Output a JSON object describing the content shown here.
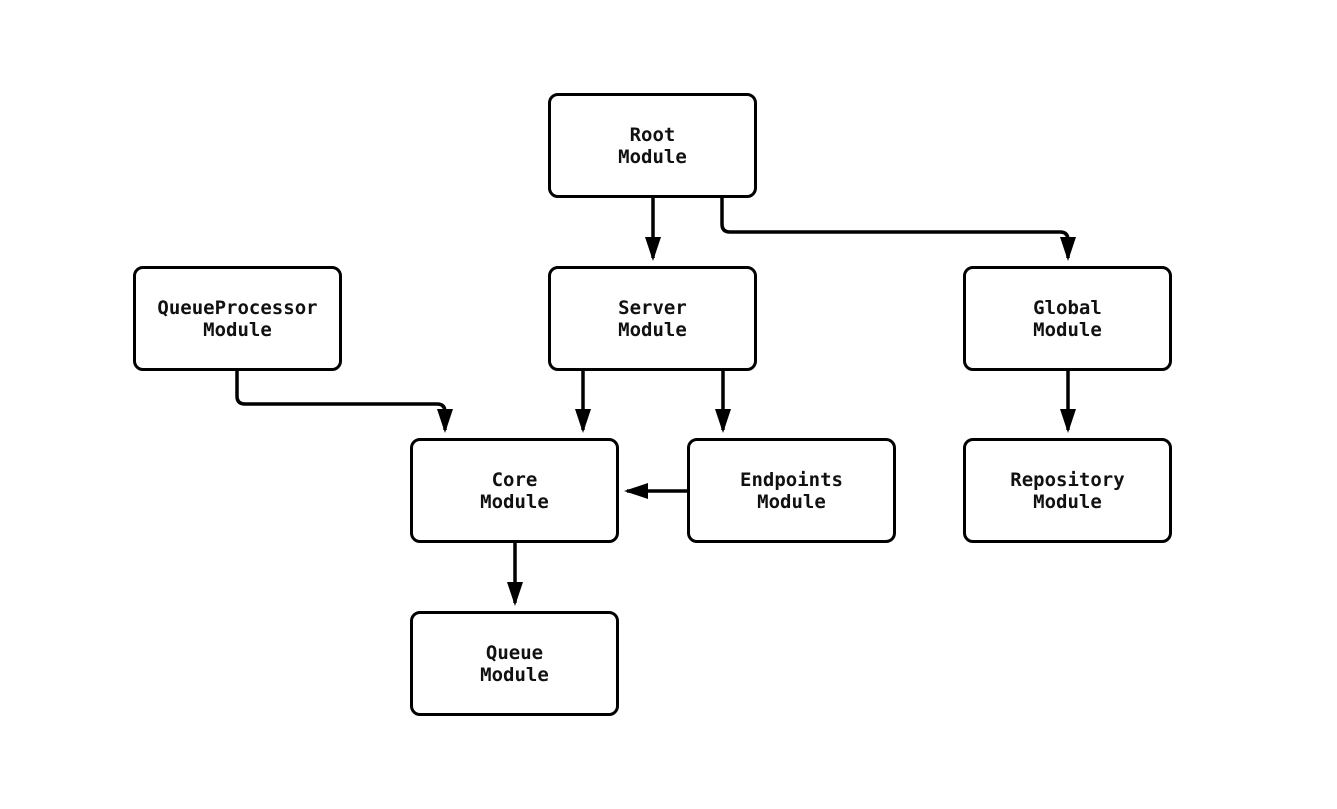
{
  "diagram": {
    "background_color": "#ffffff",
    "node_border_color": "#000000",
    "node_fill_color": "#ffffff",
    "edge_color": "#000000",
    "nodes": {
      "root": {
        "label": "Root\nModule"
      },
      "server": {
        "label": "Server\nModule"
      },
      "queue_processor": {
        "label": "QueueProcessor\nModule"
      },
      "global": {
        "label": "Global\nModule"
      },
      "core": {
        "label": "Core\nModule"
      },
      "endpoints": {
        "label": "Endpoints\nModule"
      },
      "repository": {
        "label": "Repository\nModule"
      },
      "queue": {
        "label": "Queue\nModule"
      }
    },
    "edges": [
      {
        "from": "root",
        "to": "server"
      },
      {
        "from": "root",
        "to": "global"
      },
      {
        "from": "queue_processor",
        "to": "core"
      },
      {
        "from": "server",
        "to": "core"
      },
      {
        "from": "server",
        "to": "endpoints"
      },
      {
        "from": "endpoints",
        "to": "core"
      },
      {
        "from": "global",
        "to": "repository"
      },
      {
        "from": "core",
        "to": "queue"
      }
    ]
  }
}
